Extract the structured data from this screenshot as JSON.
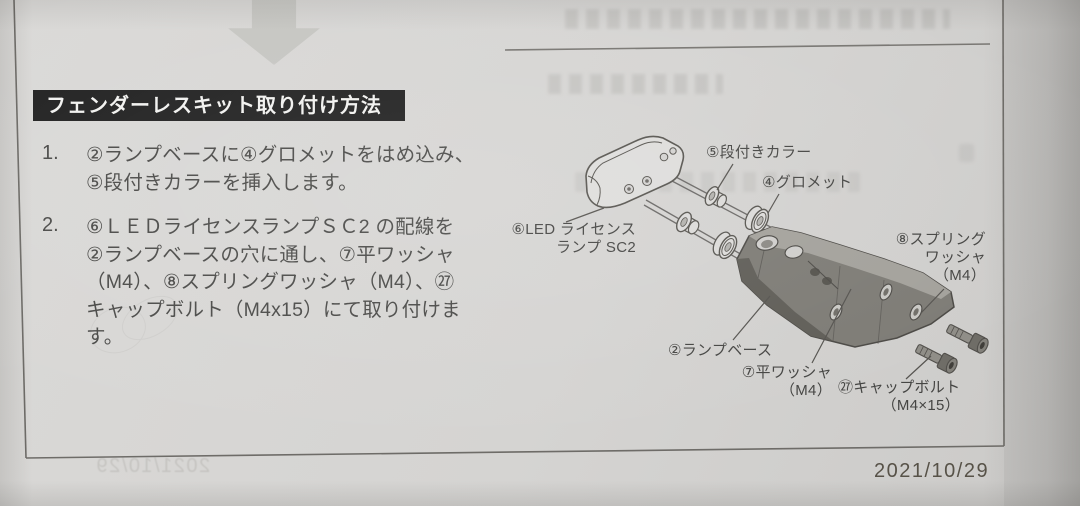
{
  "title": "フェンダーレスキット取り付け方法",
  "date": "2021/10/29",
  "steps": [
    {
      "num": "1.",
      "lines": [
        "②ランプベースに④グロメットをはめ込み、",
        "⑤段付きカラーを挿入します。"
      ]
    },
    {
      "num": "2.",
      "lines": [
        "⑥ＬＥＤライセンスランプＳＣ2 の配線を",
        "②ランプベースの穴に通し、⑦平ワッシャ",
        "（M4）、⑧スプリングワッシャ（M4）、㉗",
        "キャップボルト（M4x15）にて取り付けま",
        "す。"
      ]
    }
  ],
  "diagram_labels": {
    "stepped_collar": "⑤段付きカラー",
    "grommet": "④グロメット",
    "led_lamp": [
      "⑥LED ライセンス",
      "ランプ SC2"
    ],
    "spring_washer": [
      "⑧スプリング",
      "ワッシャ",
      "（M4）"
    ],
    "lamp_base": "②ランプベース",
    "flat_washer": [
      "⑦平ワッシャ",
      "（M4）"
    ],
    "cap_bolt": [
      "㉗キャップボルト",
      "（M4×15）"
    ]
  },
  "colors": {
    "title_bar_bg": "#212121",
    "title_text": "#f1f1ef",
    "paper": "#d6d5d3",
    "ink": "#4a4a48",
    "diagram_line": "#55534f"
  }
}
